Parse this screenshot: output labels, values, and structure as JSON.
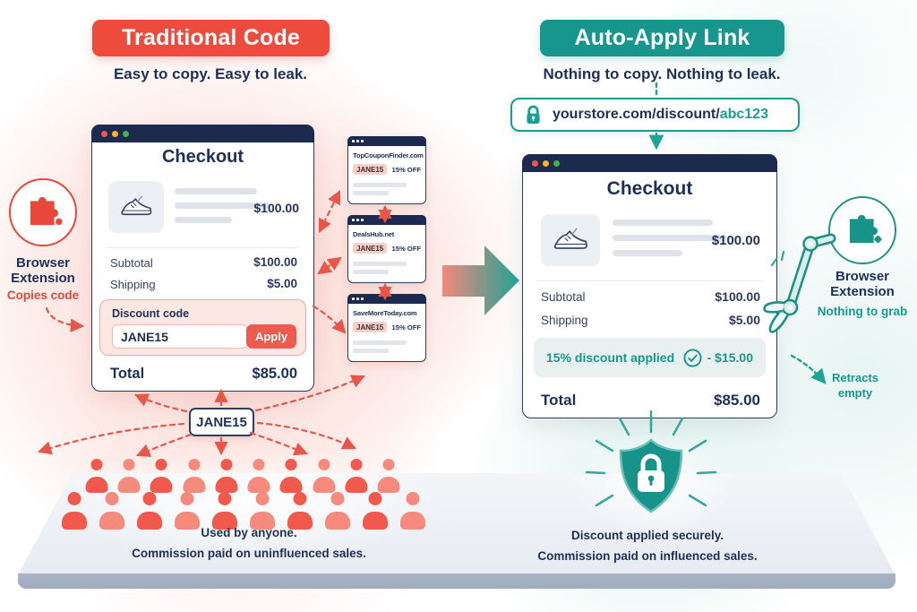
{
  "colors": {
    "red": "#ee4b3d",
    "teal": "#16968d",
    "navy": "#1d3057"
  },
  "left": {
    "banner": "Traditional Code",
    "tagline": "Easy to copy. Easy to leak.",
    "extension": {
      "title": "Browser Extension",
      "subtitle": "Copies code"
    },
    "checkout": {
      "title": "Checkout",
      "product_price": "$100.00",
      "subtotal_label": "Subtotal",
      "subtotal_value": "$100.00",
      "shipping_label": "Shipping",
      "shipping_value": "$5.00",
      "discount_label": "Discount code",
      "discount_code": "JANE15",
      "apply_label": "Apply",
      "total_label": "Total",
      "total_value": "$85.00"
    },
    "coupon_sites": [
      {
        "name": "TopCouponFinder.com",
        "code": "JANE15",
        "off": "15% OFF"
      },
      {
        "name": "DealsHub.net",
        "code": "JANE15",
        "off": "15% OFF"
      },
      {
        "name": "SaveMoreToday.com",
        "code": "JANE15",
        "off": "15% OFF"
      }
    ],
    "code_tag": "JANE15",
    "crowd_rows": [
      10,
      10
    ],
    "footer_line1": "Used by anyone.",
    "footer_line2": "Commission paid on uninfluenced sales."
  },
  "right": {
    "banner": "Auto-Apply Link",
    "tagline": "Nothing to copy. Nothing to leak.",
    "url_prefix": "yourstore.com/discount/",
    "url_code": "abc123",
    "extension": {
      "title": "Browser Extension",
      "subtitle": "Nothing to grab",
      "note": "Retracts empty"
    },
    "checkout": {
      "title": "Checkout",
      "product_price": "$100.00",
      "subtotal_label": "Subtotal",
      "subtotal_value": "$100.00",
      "shipping_label": "Shipping",
      "shipping_value": "$5.00",
      "discount_applied_label": "15% discount applied",
      "discount_applied_value": "- $15.00",
      "total_label": "Total",
      "total_value": "$85.00"
    },
    "footer_line1": "Discount applied securely.",
    "footer_line2": "Commission paid on influenced sales."
  }
}
